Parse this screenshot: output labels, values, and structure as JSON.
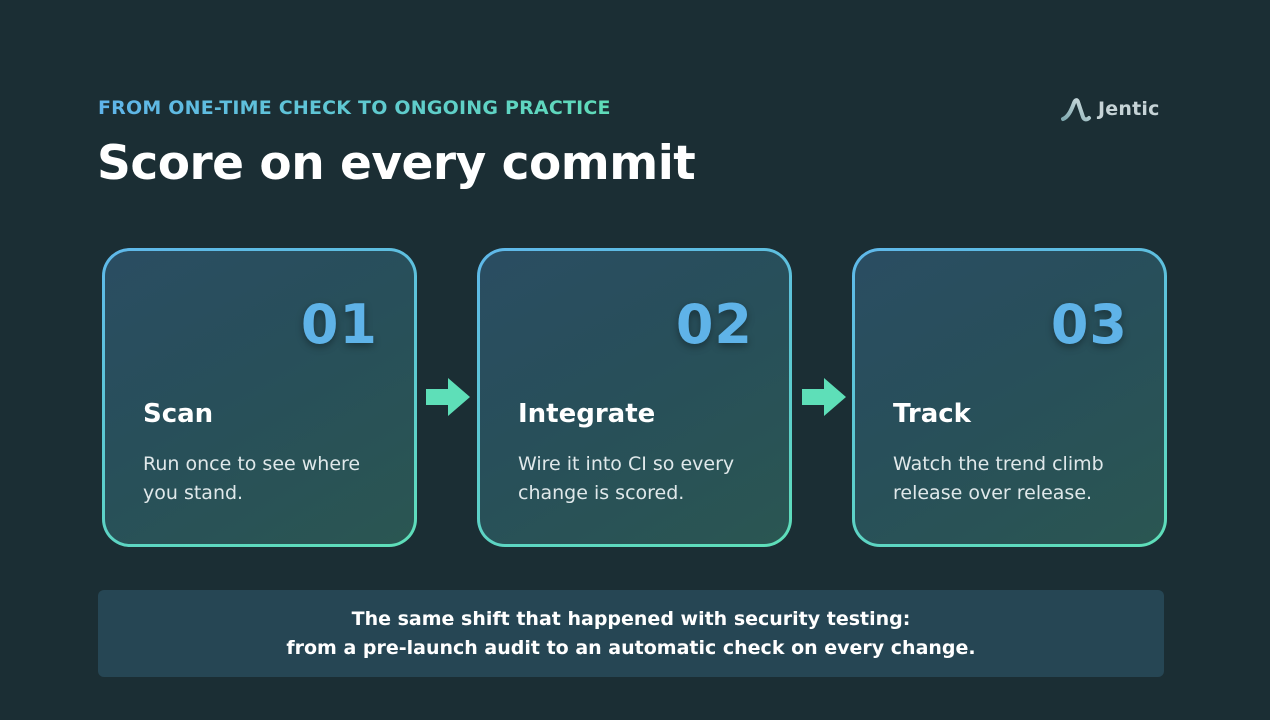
{
  "header": {
    "eyebrow": "FROM ONE-TIME CHECK TO ONGOING PRACTICE",
    "title": "Score on every commit"
  },
  "brand": {
    "name": "Jentic",
    "icon": "jentic-logo-icon"
  },
  "steps": [
    {
      "number": "01",
      "title": "Scan",
      "description": "Run once to see where you stand."
    },
    {
      "number": "02",
      "title": "Integrate",
      "description": "Wire it into CI so every change is scored."
    },
    {
      "number": "03",
      "title": "Track",
      "description": "Watch the trend climb release over release."
    }
  ],
  "connectors": {
    "icon": "arrow-right-icon"
  },
  "banner": {
    "line1": "The same shift that happened with security testing:",
    "line2": "from a pre-launch audit to an automatic check on every change."
  },
  "colors": {
    "background": "#1b2e34",
    "accent_blue": "#5fb3e8",
    "accent_green": "#5edfb8",
    "banner": "#264654"
  }
}
